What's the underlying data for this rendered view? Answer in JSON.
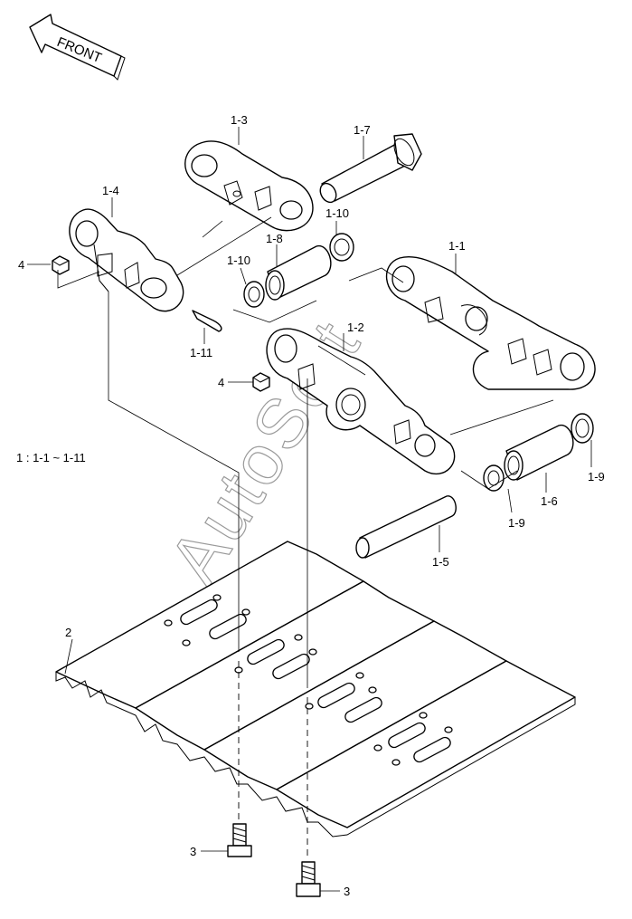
{
  "diagram": {
    "front_label": "FRONT",
    "legend": "1 : 1-1 ~ 1-11",
    "watermark": "AutoSoft",
    "labels": {
      "p1_3": "1-3",
      "p1_7": "1-7",
      "p1_4": "1-4",
      "p1_10a": "1-10",
      "p1_8": "1-8",
      "p1_10b": "1-10",
      "p1_1": "1-1",
      "p4a": "4",
      "p1_11": "1-11",
      "p1_2": "1-2",
      "p4b": "4",
      "p1_9a": "1-9",
      "p1_6": "1-6",
      "p1_9b": "1-9",
      "p1_5": "1-5",
      "p2": "2",
      "p3a": "3",
      "p3b": "3"
    }
  }
}
